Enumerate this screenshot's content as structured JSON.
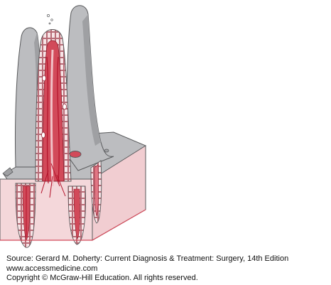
{
  "figure": {
    "colors": {
      "villus_surface": "#bcbdc0",
      "villus_shadow": "#9fa0a3",
      "cut_face": "#f4d7da",
      "tissue": "#d24a5a",
      "vessel": "#b3122a",
      "outline": "#58595b",
      "cell_outline": "#8d1b2b"
    }
  },
  "credit": {
    "source": "Source: Gerard M. Doherty: Current Diagnosis & Treatment: Surgery, 14th Edition",
    "website": "www.accessmedicine.com",
    "copyright": "Copyright © McGraw-Hill Education. All rights reserved."
  }
}
